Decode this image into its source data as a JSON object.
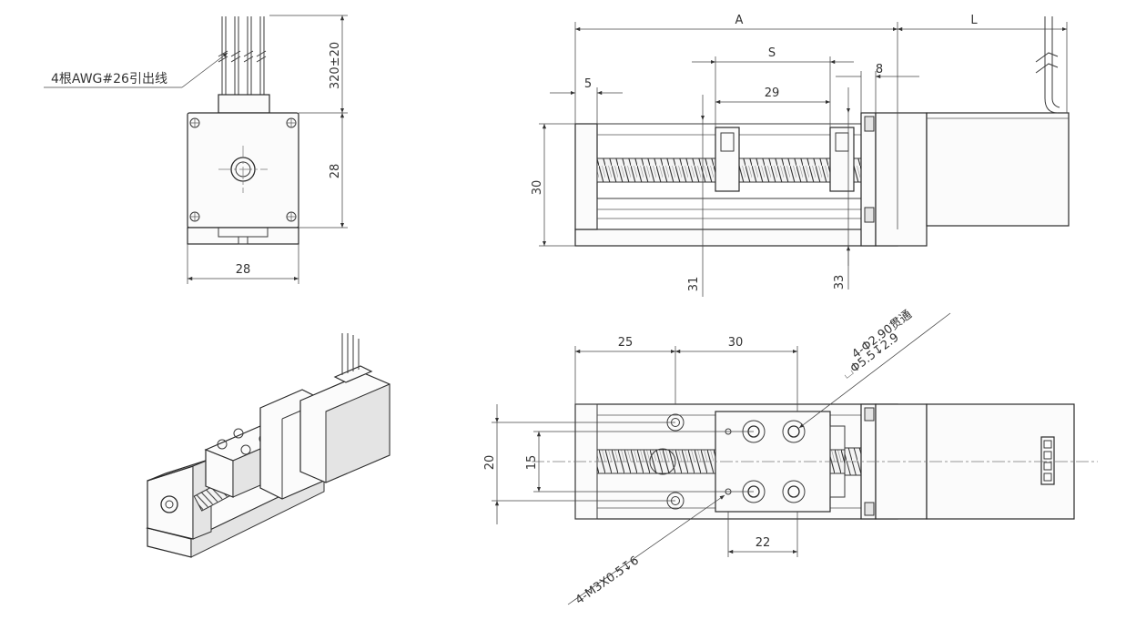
{
  "labels": {
    "wire_leads": "4根AWG#26引出线",
    "lead_length": "320±20",
    "motor_height": "28",
    "motor_width": "28",
    "dim_A": "A",
    "dim_L": "L",
    "dim_S": "S",
    "dim_5": "5",
    "dim_8": "8",
    "dim_29": "29",
    "dim_30_height": "30",
    "dim_31": "31",
    "dim_33": "33",
    "dim_25": "25",
    "dim_30_pitch": "30",
    "dim_20": "20",
    "dim_15": "15",
    "dim_22": "22",
    "hole_callout_1": "4-Φ2.90贯通",
    "hole_callout_2": "⌴Φ5.5↧2.9",
    "thread_callout": "4-M3X0.5↧6"
  }
}
